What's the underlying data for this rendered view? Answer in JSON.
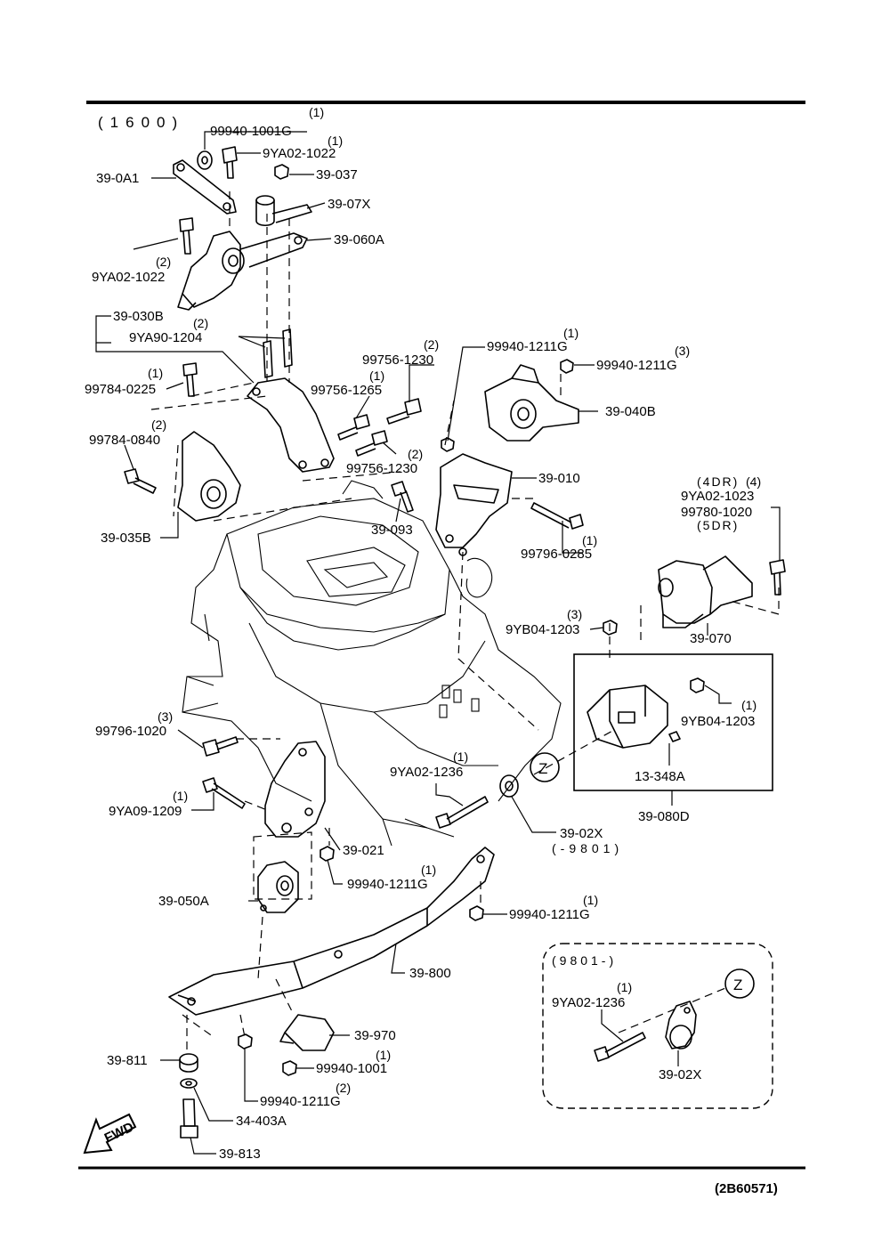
{
  "header": {
    "variant": "(1600)"
  },
  "footer": {
    "code": "(2B60571)"
  },
  "fwd_label": "FWD",
  "callout_z": "Z",
  "parts": {
    "p_99940_1001G_top": {
      "number": "99940-1001G",
      "qty": "(1)"
    },
    "p_9YA02_1022_top": {
      "number": "9YA02-1022",
      "qty": "(1)"
    },
    "p_39_0A1": {
      "number": "39-0A1"
    },
    "p_39_037": {
      "number": "39-037"
    },
    "p_39_07X": {
      "number": "39-07X"
    },
    "p_39_060A": {
      "number": "39-060A"
    },
    "p_9YA02_1022_left": {
      "number": "9YA02-1022",
      "qty": "(2)"
    },
    "p_39_030B": {
      "number": "39-030B"
    },
    "p_9YA90_1204": {
      "number": "9YA90-1204",
      "qty": "(2)"
    },
    "p_99784_0225": {
      "number": "99784-0225",
      "qty": "(1)"
    },
    "p_99784_0840": {
      "number": "99784-0840",
      "qty": "(2)"
    },
    "p_39_035B": {
      "number": "39-035B"
    },
    "p_99756_1230_a": {
      "number": "99756-1230",
      "qty": "(2)"
    },
    "p_99756_1265": {
      "number": "99756-1265",
      "qty": "(1)"
    },
    "p_99756_1230_b": {
      "number": "99756-1230",
      "qty": "(2)"
    },
    "p_39_093": {
      "number": "39-093"
    },
    "p_99940_1211G_a": {
      "number": "99940-1211G",
      "qty": "(1)"
    },
    "p_99940_1211G_b": {
      "number": "99940-1211G",
      "qty": "(3)"
    },
    "p_39_040B": {
      "number": "39-040B"
    },
    "p_39_010": {
      "number": "39-010"
    },
    "p_99796_0285": {
      "number": "99796-0285",
      "qty": "(1)"
    },
    "p_4dr": {
      "number": "(4DR)",
      "qty": "(4)"
    },
    "p_9YA02_1023": {
      "number": "9YA02-1023"
    },
    "p_99780_1020": {
      "number": "99780-1020"
    },
    "p_5dr": {
      "number": "(5DR)"
    },
    "p_39_070": {
      "number": "39-070"
    },
    "p_9YB04_1203_a": {
      "number": "9YB04-1203",
      "qty": "(3)"
    },
    "p_9YB04_1203_b": {
      "number": "9YB04-1203",
      "qty": "(1)"
    },
    "p_13_348A": {
      "number": "13-348A"
    },
    "p_39_080D": {
      "number": "39-080D"
    },
    "p_99796_1020": {
      "number": "99796-1020",
      "qty": "(3)"
    },
    "p_9YA02_1236": {
      "number": "9YA02-1236",
      "qty": "(1)"
    },
    "p_9YA09_1209": {
      "number": "9YA09-1209",
      "qty": "(1)"
    },
    "p_39_021": {
      "number": "39-021"
    },
    "p_39_02X": {
      "number": "39-02X",
      "qty": "(-9801)"
    },
    "p_99940_1211G_c": {
      "number": "99940-1211G",
      "qty": "(1)"
    },
    "p_39_050A": {
      "number": "39-050A"
    },
    "p_99940_1211G_d": {
      "number": "99940-1211G",
      "qty": "(1)"
    },
    "p_39_800": {
      "number": "39-800"
    },
    "p_39_970": {
      "number": "39-970"
    },
    "p_99940_1001_bot": {
      "number": "99940-1001",
      "qty": "(1)"
    },
    "p_39_811": {
      "number": "39-811"
    },
    "p_99940_1211G_e": {
      "number": "99940-1211G",
      "qty": "(2)"
    },
    "p_34_403A": {
      "number": "34-403A"
    },
    "p_39_813": {
      "number": "39-813"
    },
    "p_inset_range": {
      "number": "(9801-)"
    },
    "p_inset_9YA02_1236": {
      "number": "9YA02-1236",
      "qty": "(1)"
    },
    "p_inset_39_02X": {
      "number": "39-02X"
    }
  }
}
